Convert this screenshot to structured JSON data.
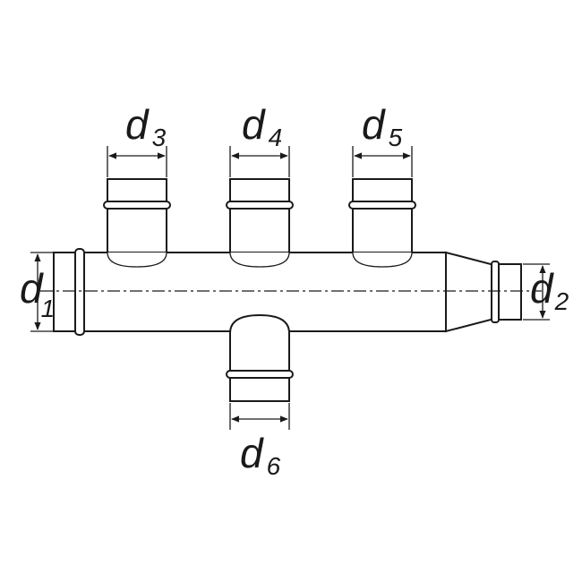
{
  "labels": {
    "d1": {
      "main": "d",
      "sub": "1"
    },
    "d2": {
      "main": "d",
      "sub": "2"
    },
    "d3": {
      "main": "d",
      "sub": "3"
    },
    "d4": {
      "main": "d",
      "sub": "4"
    },
    "d5": {
      "main": "d",
      "sub": "5"
    },
    "d6": {
      "main": "d",
      "sub": "6"
    }
  },
  "colors": {
    "stroke": "#1a1a1a",
    "background": "#ffffff"
  }
}
